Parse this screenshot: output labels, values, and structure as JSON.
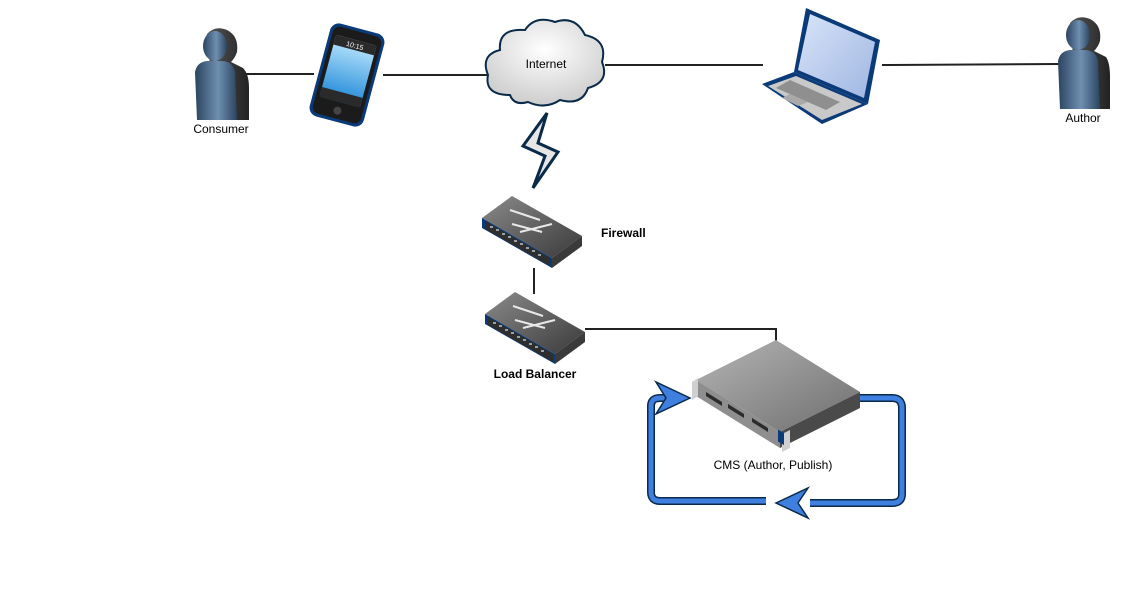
{
  "nodes": {
    "consumer": {
      "label": "Consumer",
      "icon": "person-icon"
    },
    "phone": {
      "icon": "smartphone-icon",
      "time": "10:15"
    },
    "internet": {
      "label": "Internet",
      "icon": "cloud-icon"
    },
    "laptop": {
      "icon": "laptop-icon"
    },
    "author": {
      "label": "Author",
      "icon": "person-icon"
    },
    "link": {
      "icon": "lightning-icon"
    },
    "firewall": {
      "label": "Firewall",
      "icon": "switch-icon"
    },
    "load_balancer": {
      "label": "Load Balancer",
      "icon": "switch-icon"
    },
    "cms": {
      "label": "CMS (Author, Publish)",
      "icon": "server-icon"
    }
  },
  "colors": {
    "line": "#222222",
    "loop_arrow": "#3f7fe0",
    "person": "#4a6a8a",
    "device_blue": "#0a3a78"
  }
}
